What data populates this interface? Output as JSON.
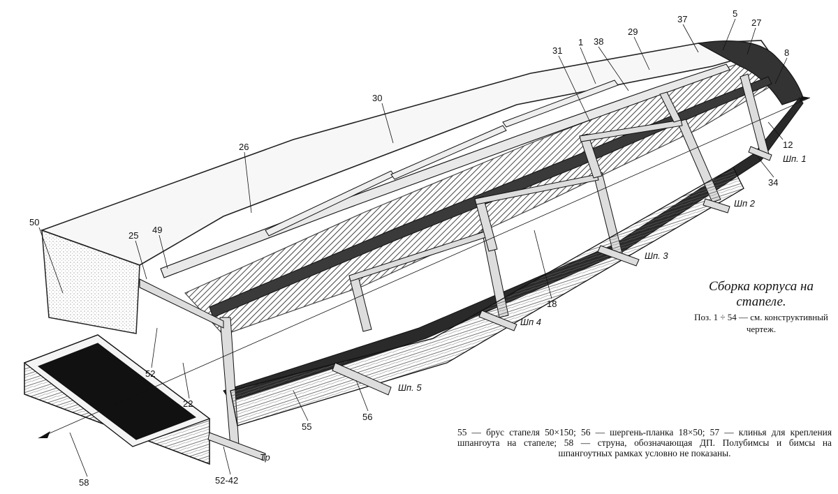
{
  "caption": {
    "title": "Сборка корпуса на стапеле.",
    "subtitle": "Поз. 1 ÷ 54 — см. конструктивный чертеж."
  },
  "legend": {
    "text": "55 — брус стапеля 50×150; 56 — шергень-планка 18×50; 57 — клинья для крепления шпангоута на стапеле; 58 — струна, обозначающая ДП. Полубимсы и бимсы на шпангоутных рамках условно не показаны."
  },
  "callouts": [
    {
      "id": "c30",
      "label": "30"
    },
    {
      "id": "c31",
      "label": "31"
    },
    {
      "id": "c1",
      "label": "1"
    },
    {
      "id": "c38",
      "label": "38"
    },
    {
      "id": "c29",
      "label": "29"
    },
    {
      "id": "c37",
      "label": "37"
    },
    {
      "id": "c5",
      "label": "5"
    },
    {
      "id": "c27",
      "label": "27"
    },
    {
      "id": "c8",
      "label": "8"
    },
    {
      "id": "c12",
      "label": "12"
    },
    {
      "id": "c34",
      "label": "34"
    },
    {
      "id": "c26",
      "label": "26"
    },
    {
      "id": "c50",
      "label": "50"
    },
    {
      "id": "c25",
      "label": "25"
    },
    {
      "id": "c49",
      "label": "49"
    },
    {
      "id": "c18",
      "label": "18"
    },
    {
      "id": "c52",
      "label": "52"
    },
    {
      "id": "c22",
      "label": "22"
    },
    {
      "id": "c56",
      "label": "56"
    },
    {
      "id": "c55",
      "label": "55"
    },
    {
      "id": "c58",
      "label": "58"
    },
    {
      "id": "c5242",
      "label": "52-42"
    }
  ],
  "stations": [
    {
      "id": "s1",
      "label": "Шп. 1"
    },
    {
      "id": "s2",
      "label": "Шп 2"
    },
    {
      "id": "s3",
      "label": "Шп. 3"
    },
    {
      "id": "s4",
      "label": "Шп 4"
    },
    {
      "id": "s5",
      "label": "Шп. 5"
    },
    {
      "id": "str",
      "label": "Тр"
    }
  ]
}
